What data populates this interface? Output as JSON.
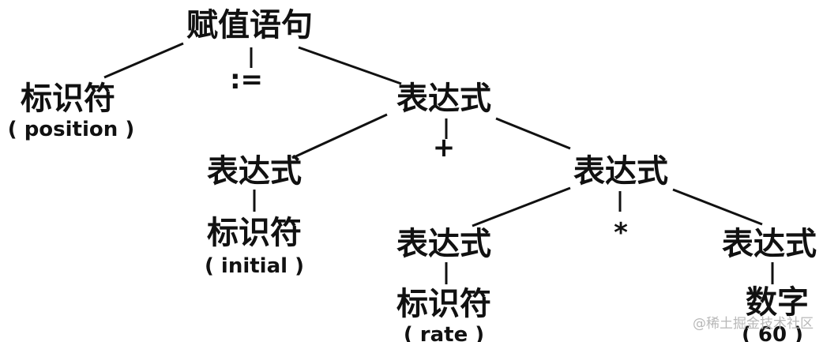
{
  "nodes": {
    "root": "赋值语句",
    "id1": "标识符",
    "id1_name": "( position )",
    "assign": ":=",
    "expr1": "表达式",
    "expr2": "表达式",
    "plus": "+",
    "expr3": "表达式",
    "id2": "标识符",
    "id2_name": "( initial )",
    "expr4": "表达式",
    "star": "*",
    "expr5": "表达式",
    "id3": "标识符",
    "id3_name": "( rate )",
    "num": "数字",
    "num_value": "( 60 )"
  },
  "watermark": "@稀土掘金技术社区"
}
